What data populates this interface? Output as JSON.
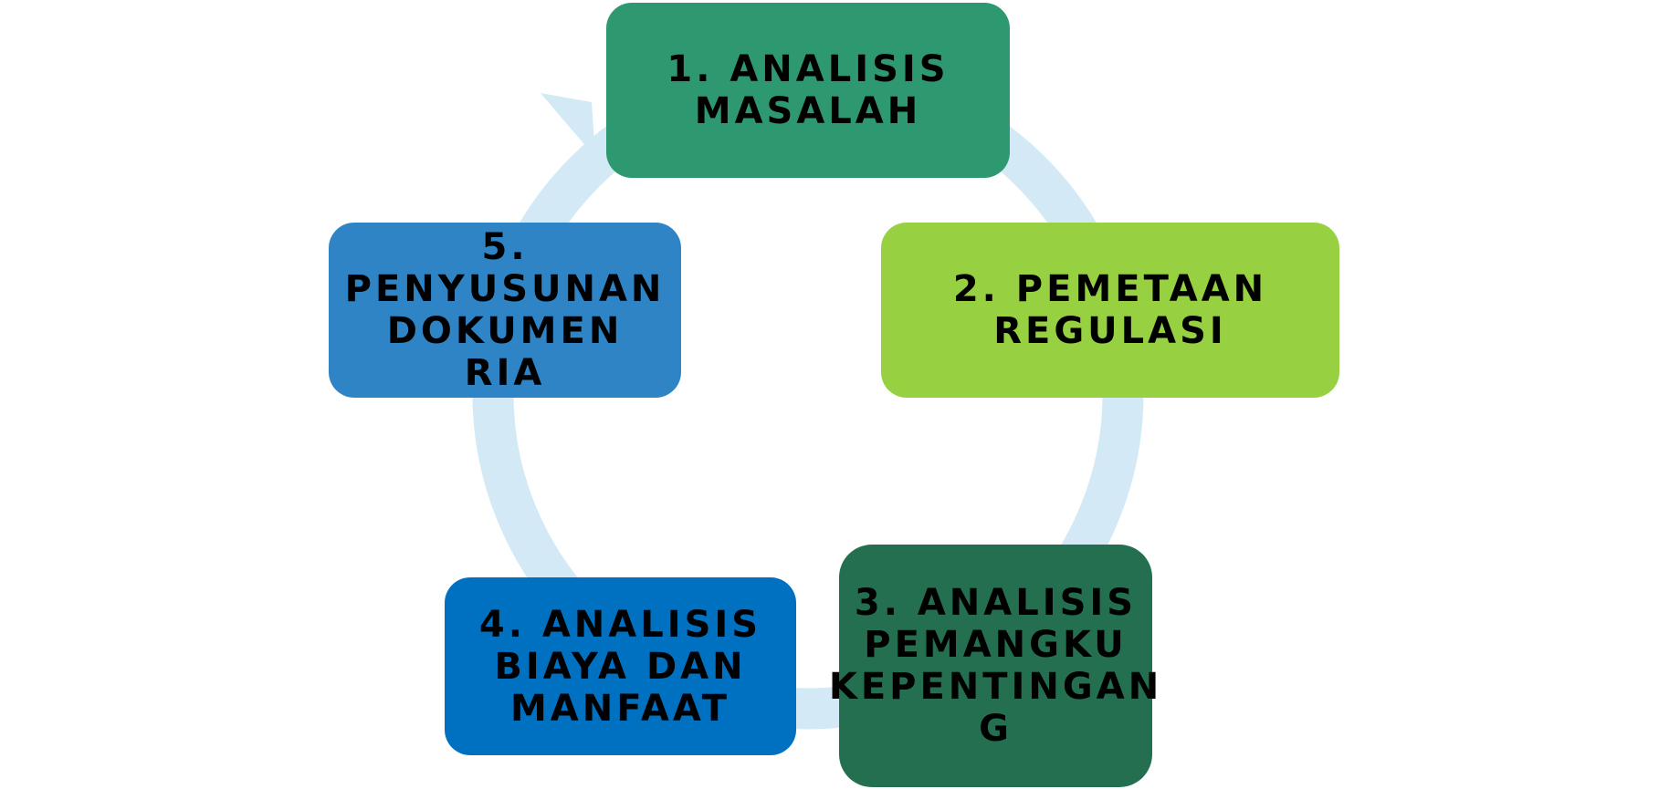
{
  "diagram": {
    "type": "cycle",
    "colors": {
      "ring": "#d3eaf6",
      "step1": "#2e9970",
      "step2": "#97d142",
      "step3": "#236f50",
      "step4": "#0070c0",
      "step5": "#2e84c4"
    },
    "steps": [
      {
        "label": "1. ANALISIS MASALAH"
      },
      {
        "label": "2. PEMETAAN REGULASI"
      },
      {
        "label": "3. ANALISIS PEMANGKU KEPENTINGAN G"
      },
      {
        "label": "4. ANALISIS BIAYA DAN MANFAAT"
      },
      {
        "label": "5. PENYUSUNAN DOKUMEN RIA"
      }
    ]
  }
}
